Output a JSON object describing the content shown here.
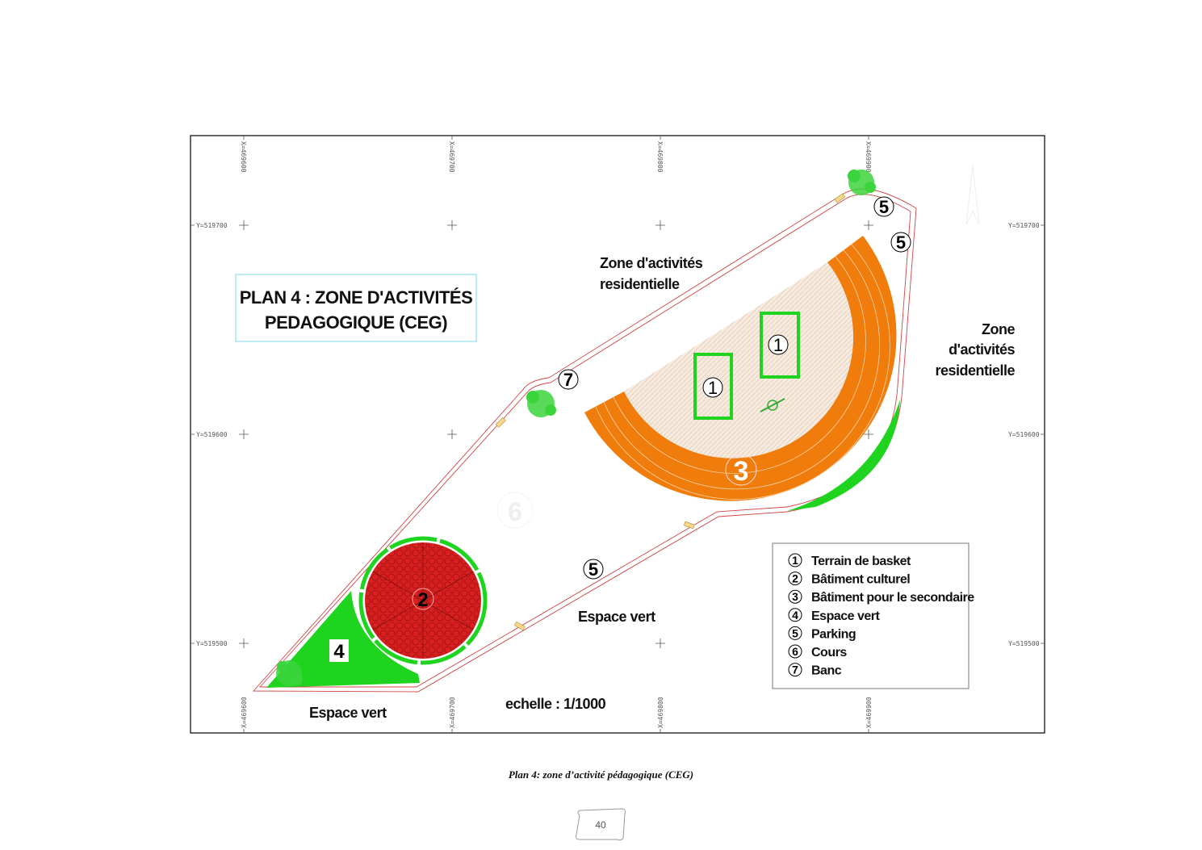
{
  "plan": {
    "title_line1": "PLAN 4 : ZONE D'ACTIVITÉS",
    "title_line2": "PEDAGOGIQUE (CEG)",
    "grid_x": [
      "X=469600",
      "X=469700",
      "X=469800",
      "X=469900"
    ],
    "grid_y": [
      "Y=519700",
      "Y=519600",
      "Y=519500"
    ],
    "labels": {
      "zone_top_1": "Zone d'activités",
      "zone_top_2": "residentielle",
      "zone_right_1": "Zone",
      "zone_right_2": "d'activités",
      "zone_right_3": "residentielle",
      "espace_vert_mid": "Espace vert",
      "espace_vert_bottom": "Espace vert",
      "scale": "echelle : 1/1000"
    },
    "markers": [
      "1",
      "1",
      "2",
      "3",
      "4",
      "5",
      "5",
      "5",
      "6",
      "7"
    ],
    "legend": [
      {
        "num": "1",
        "label": "Terrain de basket"
      },
      {
        "num": "2",
        "label": "Bâtiment culturel"
      },
      {
        "num": "3",
        "label": "Bâtiment pour le secondaire"
      },
      {
        "num": "4",
        "label": "Espace vert"
      },
      {
        "num": "5",
        "label": "Parking"
      },
      {
        "num": "6",
        "label": "Cours"
      },
      {
        "num": "7",
        "label": "Banc"
      }
    ],
    "colors": {
      "track": "#f07c0c",
      "green": "#1fd41f",
      "red": "#d81e1e",
      "boundary": "#d04545",
      "beige": "#f3e6d8"
    }
  },
  "caption": "Plan 4: zone d’activité pédagogique (CEG)",
  "page_number": "40"
}
